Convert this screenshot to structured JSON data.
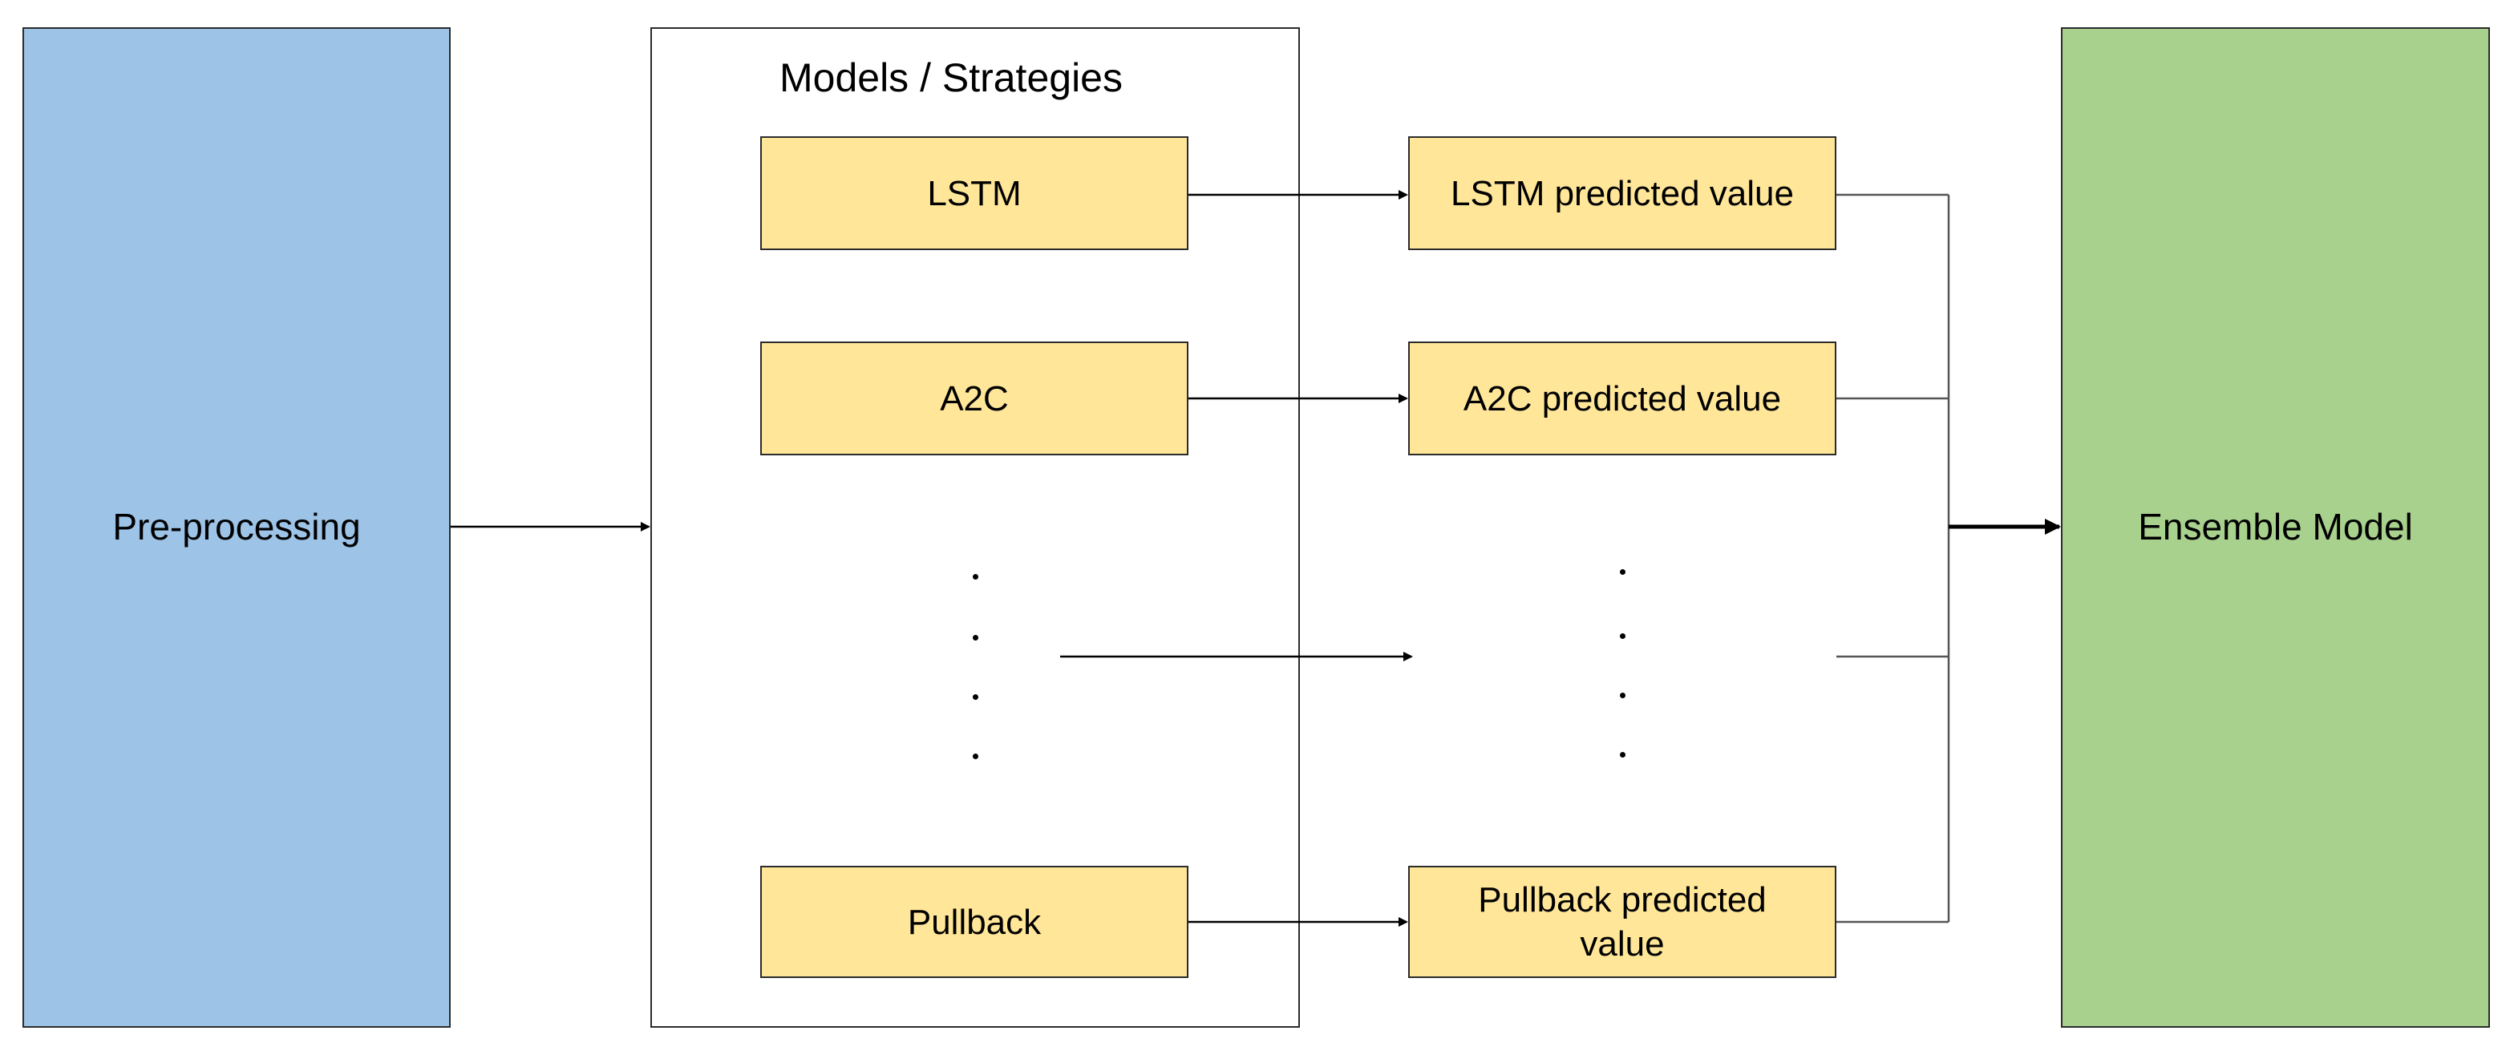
{
  "diagram": {
    "colors": {
      "preprocessing_fill": "#9DC3E6",
      "ensemble_fill": "#A9D18E",
      "model_fill": "#FFE699",
      "border": "#2b2b2b",
      "connector": "#000000"
    },
    "preprocessing": {
      "label": "Pre-processing"
    },
    "models_container": {
      "title": "Models / Strategies"
    },
    "models": [
      {
        "label": "LSTM"
      },
      {
        "label": "A2C"
      },
      {
        "label": "Pullback"
      }
    ],
    "outputs": [
      {
        "label": "LSTM predicted value"
      },
      {
        "label": "A2C predicted value"
      },
      {
        "label": "Pullback predicted value"
      }
    ],
    "ensemble": {
      "label": "Ensemble Model"
    }
  }
}
